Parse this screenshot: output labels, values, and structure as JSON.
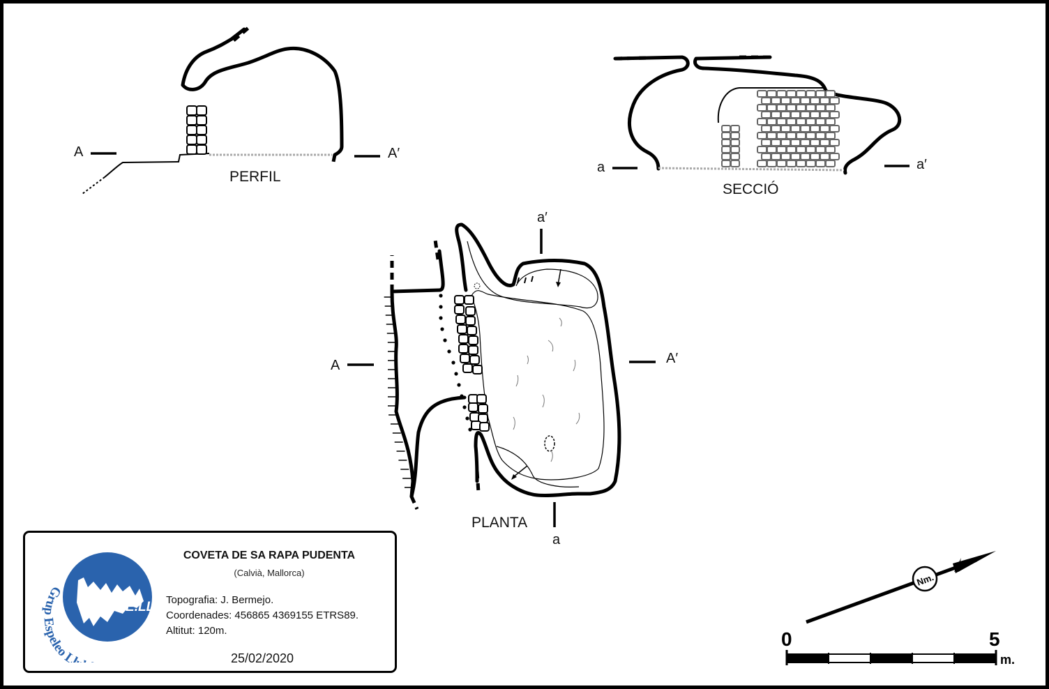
{
  "sections": {
    "profile_label": "PERFIL",
    "section_label": "SECCIÓ",
    "plan_label": "PLANTA"
  },
  "markers": {
    "A": "A",
    "A_prime": "A′",
    "a": "a",
    "a_prime": "a′"
  },
  "info": {
    "cave_name": "COVETA DE SA RAPA PUDENTA",
    "location": "(Calvià, Mallorca)",
    "topography": "Topografia: J. Bermejo.",
    "coordinates": "Coordenades: 456865 4369155 ETRS89.",
    "altitude": "Altitut: 120m.",
    "date": "25/02/2020"
  },
  "logo": {
    "acronym": "G.E.LL.",
    "ring_text": "Grup Espeleo Llubí",
    "color": "#2a63ad"
  },
  "north": {
    "label": "Nm."
  },
  "scale": {
    "start_label": "0",
    "end_label": "5",
    "unit": "m.",
    "segments": 5
  }
}
